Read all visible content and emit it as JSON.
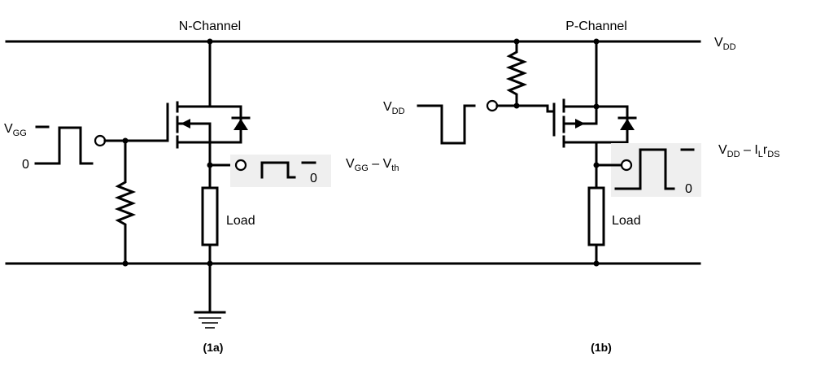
{
  "left_circuit": {
    "title": "N-Channel",
    "input_high_label": "V",
    "input_high_sub": "GG",
    "input_low_label": "0",
    "load_label": "Load",
    "output_level_label": "V",
    "output_level_sub_1": "GG",
    "output_level_mid": " – V",
    "output_level_sub_2": "th",
    "output_low_label": "0",
    "caption": "(1a)"
  },
  "right_circuit": {
    "title": "P-Channel",
    "supply_label": "V",
    "supply_sub": "DD",
    "input_high_label": "V",
    "input_high_sub": "DD",
    "load_label": "Load",
    "output_level_label": "V",
    "output_level_sub_1": "DD",
    "output_level_mid": " – I",
    "output_level_sub_2": "L",
    "output_level_r": "r",
    "output_level_sub_3": "DS",
    "output_low_label": "0",
    "caption": "(1b)"
  },
  "colors": {
    "wire": "#000000",
    "waveform_box": "#efefef",
    "background": "#ffffff"
  }
}
